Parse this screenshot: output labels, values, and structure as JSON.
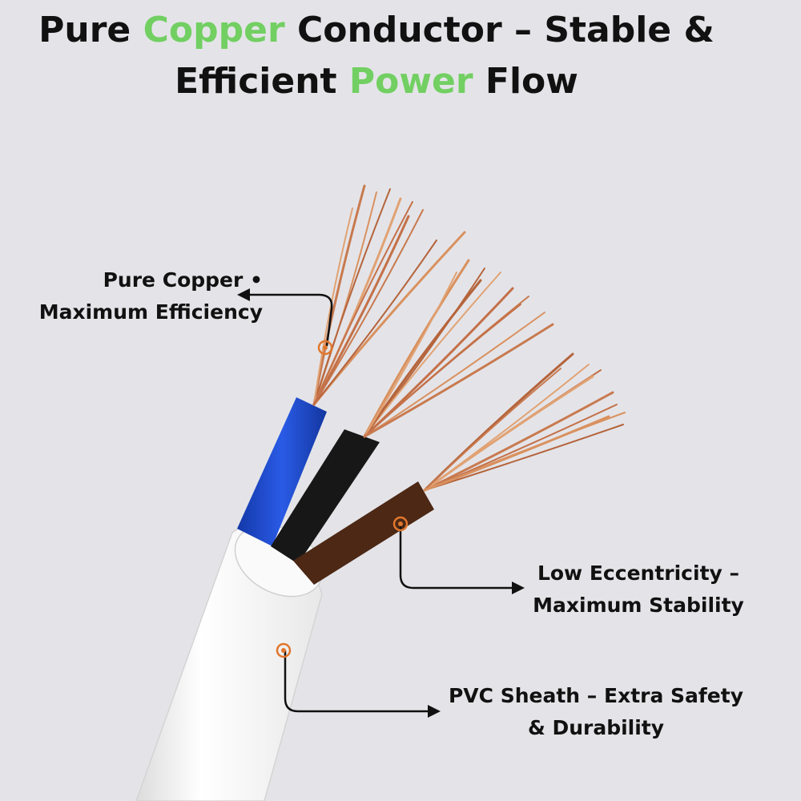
{
  "title": {
    "line1_part1": "Pure ",
    "line1_highlight": "Copper",
    "line1_part2": " Conductor – Stable &",
    "line2_part1": "Efficient ",
    "line2_highlight": "Power",
    "line2_part2": " Flow",
    "highlight_color": "#72cf62"
  },
  "callouts": {
    "copper": {
      "line1": "Pure Copper •",
      "line2": "Maximum Efficiency"
    },
    "stability": {
      "line1": "Low Eccentricity –",
      "line2": "Maximum Stability"
    },
    "sheath": {
      "line1": "PVC Sheath – Extra Safety",
      "line2": "& Durability"
    }
  },
  "colors": {
    "background": "#e4e4e8",
    "copper": "#c87a4f",
    "marker": "#e0772e",
    "wire_blue": "#1d46c8",
    "wire_black": "#161616",
    "wire_brown": "#4a2716",
    "sheath": "#f7f7f7"
  },
  "icons": [
    "ring-marker-icon",
    "arrow-right-icon",
    "arrow-left-icon"
  ]
}
